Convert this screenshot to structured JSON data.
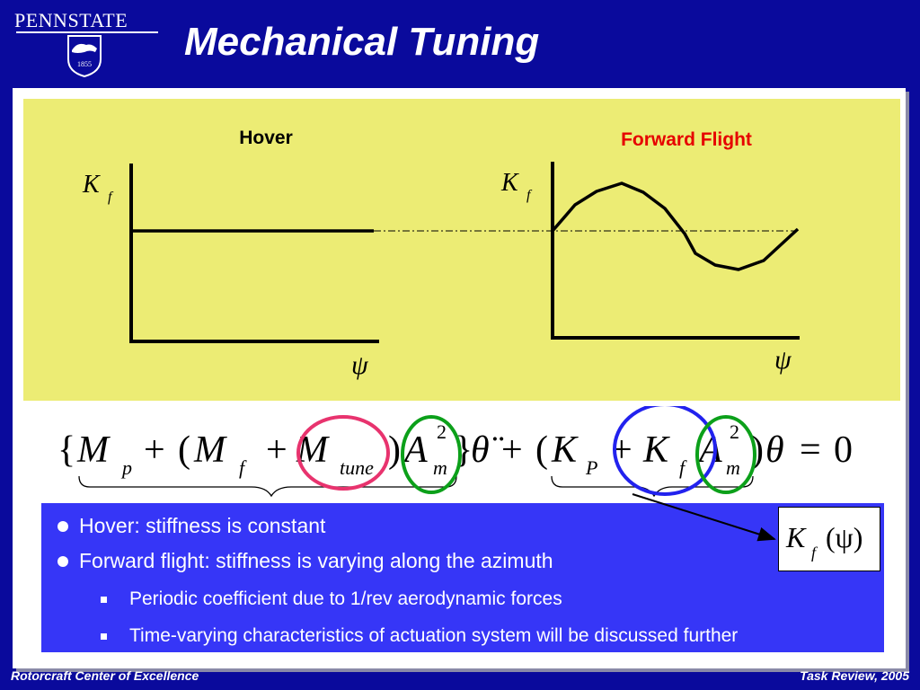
{
  "header": {
    "logo_text": "PENNSTATE",
    "seal_text": "1855",
    "title": "Mechanical Tuning"
  },
  "plots": {
    "hover": {
      "title": "Hover",
      "y_label": "K",
      "y_sub": "f",
      "x_label": "ψ"
    },
    "forward": {
      "title": "Forward Flight",
      "y_label": "K",
      "y_sub": "f",
      "x_label": "ψ"
    }
  },
  "equation": {
    "open_brace": "{",
    "M1": "M",
    "p": "p",
    "plus1": "+",
    "paren1": "(",
    "M2": "M",
    "f1": "f",
    "plus2": "+",
    "M3": "M",
    "tune": "tune",
    "close1": ")",
    "A1": "A",
    "sq1": "2",
    "m1": "m",
    "close_brace": "}",
    "theta_dd": "θ̈",
    "plus3": "+",
    "paren2": "(",
    "K1": "K",
    "P": "P",
    "plus4": "+",
    "K2": "K",
    "f2": "f",
    "A2": "A",
    "sq2": "2",
    "m2": "m",
    "close2": ")",
    "theta": "θ",
    "eq": "=",
    "zero": "0"
  },
  "kf_box": {
    "K": "K",
    "f": "f",
    "arg": "(ψ)"
  },
  "bullets": [
    {
      "text": "Hover: stiffness is constant"
    },
    {
      "text": "Forward flight: stiffness is varying along the azimuth"
    }
  ],
  "sub_bullets": [
    {
      "text": "Periodic coefficient due to 1/rev aerodynamic forces"
    },
    {
      "text": "Time-varying characteristics of actuation system will be discussed further"
    }
  ],
  "footer": {
    "left": "Rotorcraft Center of Excellence",
    "right": "Task Review, 2005"
  },
  "colors": {
    "background": "#0a0a9c",
    "plot_background": "#ecec74",
    "bullet_box": "#3636f7",
    "forward_title": "#e60000",
    "circle_red": "#e8336e",
    "circle_green": "#0ca01a",
    "circle_blue": "#2222ee"
  }
}
